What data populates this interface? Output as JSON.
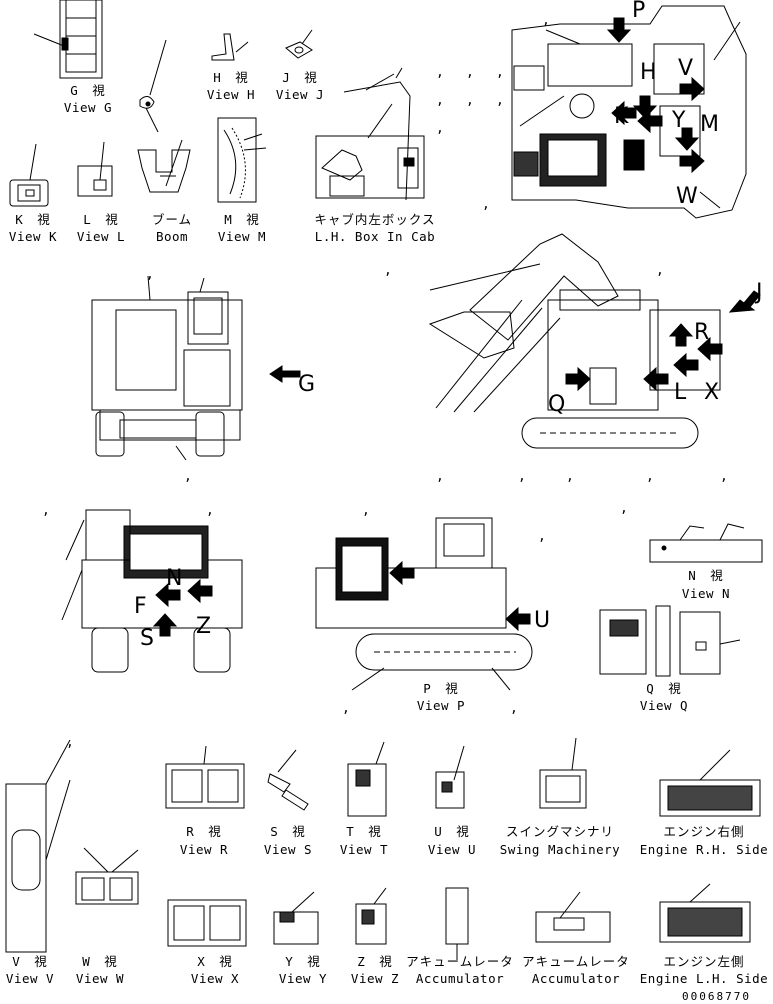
{
  "views": {
    "g": {
      "jp": "G　視",
      "en": "View G"
    },
    "h": {
      "jp": "H　視",
      "en": "View H"
    },
    "j": {
      "jp": "J　視",
      "en": "View J"
    },
    "k": {
      "jp": "K　視",
      "en": "View K"
    },
    "l": {
      "jp": "L　視",
      "en": "View L"
    },
    "boom": {
      "jp": "ブーム",
      "en": "Boom"
    },
    "m": {
      "jp": "M　視",
      "en": "View M"
    },
    "cab_box": {
      "jp": "キャブ内左ボックス",
      "en": "L.H. Box In Cab"
    },
    "n": {
      "jp": "N　視",
      "en": "View N"
    },
    "p": {
      "jp": "P　視",
      "en": "View P"
    },
    "q": {
      "jp": "Q　視",
      "en": "View Q"
    },
    "r": {
      "jp": "R　視",
      "en": "View R"
    },
    "s": {
      "jp": "S　視",
      "en": "View S"
    },
    "t": {
      "jp": "T　視",
      "en": "View T"
    },
    "u": {
      "jp": "U　視",
      "en": "View U"
    },
    "swing": {
      "jp": "スイングマシナリ",
      "en": "Swing Machinery"
    },
    "engine_rh": {
      "jp": "エンジン右側",
      "en": "Engine R.H. Side"
    },
    "v": {
      "jp": "V　視",
      "en": "View V"
    },
    "w": {
      "jp": "W　視",
      "en": "View W"
    },
    "x": {
      "jp": "X　視",
      "en": "View X"
    },
    "y": {
      "jp": "Y　視",
      "en": "View Y"
    },
    "z": {
      "jp": "Z　視",
      "en": "View Z"
    },
    "acc1": {
      "jp": "アキュームレータ",
      "en": "Accumulator"
    },
    "acc2": {
      "jp": "アキュームレータ",
      "en": "Accumulator"
    },
    "engine_lh": {
      "jp": "エンジン左側",
      "en": "Engine L.H. Side"
    }
  },
  "callouts": {
    "top": [
      "P",
      "V",
      "M",
      "Y",
      "W",
      "K",
      "H"
    ],
    "side": [
      "J",
      "R",
      "X",
      "L",
      "Q"
    ],
    "rear_g": "G",
    "front": [
      "N",
      "F",
      "S",
      "Z"
    ],
    "left_u": "U"
  },
  "comma": ",",
  "doc_number": "00068770"
}
